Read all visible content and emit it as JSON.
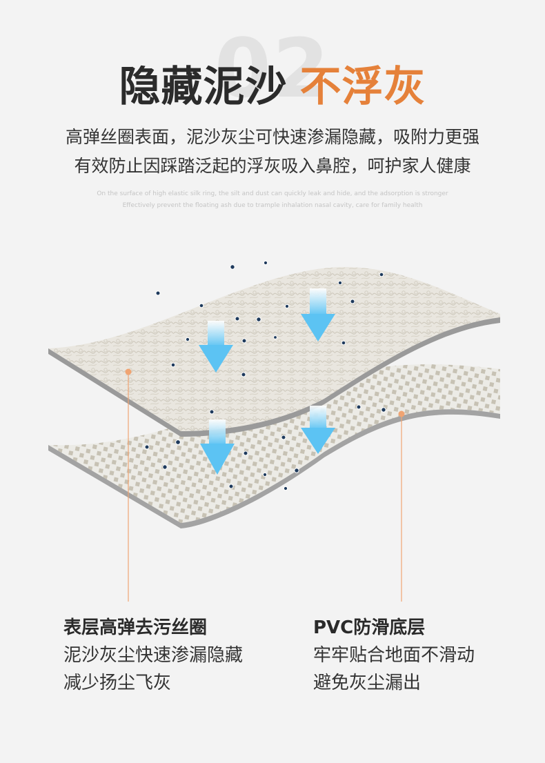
{
  "section_number": "02",
  "headline": {
    "part1": "隐藏泥沙",
    "part2": "不浮灰"
  },
  "description": [
    "高弹丝圈表面，泥沙灰尘可快速渗漏隐藏，吸附力更强",
    "有效防止因踩踏泛起的浮灰吸入鼻腔，呵护家人健康"
  ],
  "description_en": [
    "On the surface of high elastic silk ring, the silt and dust can quickly leak and hide, and the adsorption is stronger",
    "Effectively prevent the floating ash due to trample inhalation nasal cavity, care for family health"
  ],
  "layers": [
    {
      "title": "表层高弹去污丝圈",
      "lines": [
        "泥沙灰尘快速渗漏隐藏",
        "减少扬尘飞灰"
      ]
    },
    {
      "title": "PVC防滑底层",
      "lines": [
        "牢牢贴合地面不滑动",
        "避免灰尘漏出"
      ]
    }
  ],
  "colors": {
    "background": "#f3f3f3",
    "accent": "#e5813a",
    "mat_surface": "#e9e6df",
    "mat_edge": "#9a9a9a",
    "arrow": "#5cc3f3",
    "dust": "#1e3a5c"
  },
  "icons": [
    "down-arrow-icon",
    "dust-particle-icon"
  ]
}
